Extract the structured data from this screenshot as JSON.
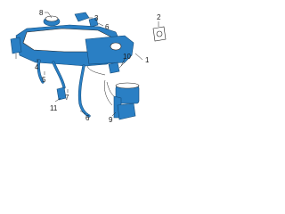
{
  "diagram": {
    "callouts": {
      "c1": "1",
      "c2": "2",
      "c3": "3",
      "c4": "4",
      "c5": "5",
      "c6": "6",
      "c7": "7",
      "c8": "8",
      "c9": "9",
      "c10": "10",
      "c11": "11"
    },
    "colors": {
      "part_fill": "#2a7fc4",
      "part_outline": "#134a78",
      "line": "#222222",
      "background": "#ffffff"
    }
  }
}
